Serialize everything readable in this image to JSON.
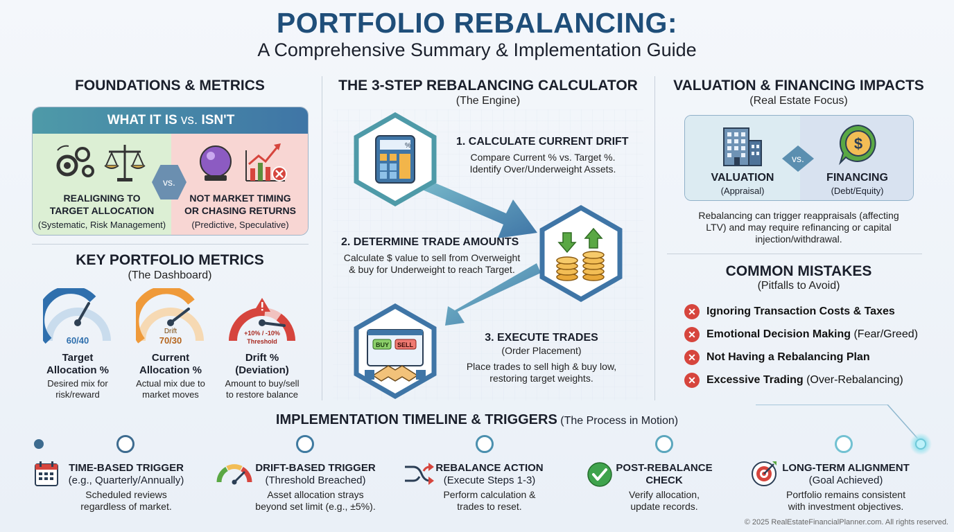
{
  "header": {
    "title": "PORTFOLIO REBALANCING:",
    "subtitle": "A Comprehensive Summary & Implementation Guide"
  },
  "foundations": {
    "title": "FOUNDATIONS & METRICS",
    "what_is_header": {
      "part1": "WHAT IT IS",
      "part2": " vs. ",
      "part3": "ISN'T"
    },
    "is": {
      "label_line1": "REALIGNING TO",
      "label_line2": "TARGET ALLOCATION",
      "sub": "(Systematic, Risk Management)"
    },
    "vs": "vs.",
    "isnt": {
      "label_line1": "NOT MARKET TIMING",
      "label_line2": "OR CHASING RETURNS",
      "sub": "(Predictive, Speculative)"
    }
  },
  "metrics": {
    "title": "KEY PORTFOLIO METRICS",
    "subtitle": "(The Dashboard)",
    "items": [
      {
        "gauge_value": "60/40",
        "gauge_caption": "",
        "label_line1": "Target",
        "label_line2": "Allocation %",
        "desc_line1": "Desired mix for",
        "desc_line2": "risk/reward"
      },
      {
        "gauge_value": "70/30",
        "gauge_caption": "Drift",
        "label_line1": "Current",
        "label_line2": "Allocation %",
        "desc_line1": "Actual mix due to",
        "desc_line2": "market moves"
      },
      {
        "gauge_value": "+10% / -10%",
        "gauge_caption": "Threshold",
        "label_line1": "Drift %",
        "label_line2": "(Deviation)",
        "desc_line1": "Amount to buy/sell",
        "desc_line2": "to restore balance"
      }
    ]
  },
  "calculator": {
    "title": "THE 3-STEP REBALANCING CALCULATOR",
    "subtitle": "(The Engine)",
    "steps": [
      {
        "title": "1. CALCULATE CURRENT DRIFT",
        "desc_line1": "Compare Current % vs. Target %.",
        "desc_line2": "Identify Over/Underweight Assets."
      },
      {
        "title": "2. DETERMINE TRADE AMOUNTS",
        "desc_line1": "Calculate $ value to sell from Overweight",
        "desc_line2": "& buy for Underweight to reach Target."
      },
      {
        "title": "3. EXECUTE TRADES",
        "sub": "(Order Placement)",
        "desc_line1": "Place trades to sell high & buy low,",
        "desc_line2": "restoring target weights."
      }
    ],
    "buy_label": "BUY",
    "sell_label": "SELL",
    "calc_symbol": "%"
  },
  "valuation": {
    "title": "VALUATION & FINANCING IMPACTS",
    "subtitle": "(Real Estate Focus)",
    "left_label": "VALUATION",
    "left_sub": "(Appraisal)",
    "vs": "vs.",
    "right_label": "FINANCING",
    "right_sub": "(Debt/Equity)",
    "dollar": "$",
    "desc_line1": "Rebalancing can trigger reappraisals (affecting",
    "desc_line2": "LTV) and may require refinancing or capital",
    "desc_line3": "injection/withdrawal."
  },
  "mistakes": {
    "title": "COMMON MISTAKES",
    "subtitle": "(Pitfalls to Avoid)",
    "x_mark": "✕",
    "items": [
      {
        "bold": "Ignoring Transaction Costs & Taxes",
        "rest": ""
      },
      {
        "bold": "Emotional Decision Making",
        "rest": " (Fear/Greed)"
      },
      {
        "bold": "Not Having a Rebalancing Plan",
        "rest": ""
      },
      {
        "bold": "Excessive Trading",
        "rest": " (Over-Rebalancing)"
      }
    ]
  },
  "timeline": {
    "title": "IMPLEMENTATION TIMELINE & TRIGGERS",
    "subtitle": " (The Process in Motion)",
    "items": [
      {
        "title": "TIME-BASED TRIGGER",
        "sub": "(e.g., Quarterly/Annually)",
        "desc_line1": "Scheduled reviews",
        "desc_line2": "regardless of market."
      },
      {
        "title": "DRIFT-BASED TRIGGER",
        "sub": "(Threshold Breached)",
        "desc_line1": "Asset allocation strays",
        "desc_line2": "beyond set limit (e.g., ±5%)."
      },
      {
        "title": "REBALANCE ACTION",
        "sub": "(Execute Steps 1-3)",
        "desc_line1": "Perform calculation &",
        "desc_line2": "trades to reset."
      },
      {
        "title": "POST-REBALANCE",
        "sub": "CHECK",
        "desc_line1": "Verify allocation,",
        "desc_line2": "update records."
      },
      {
        "title": "LONG-TERM ALIGNMENT",
        "sub": "(Goal Achieved)",
        "desc_line1": "Portfolio remains consistent",
        "desc_line2": "with investment objectives."
      }
    ]
  },
  "footer": {
    "copyright": "© 2025 RealEstateFinancialPlanner.com. All rights reserved."
  },
  "colors": {
    "title_blue": "#1f4e79",
    "accent_teal": "#4e9aa8",
    "mistake_red": "#d6453d",
    "positive_green": "#dcefd4",
    "negative_pink": "#f8d6d3"
  }
}
